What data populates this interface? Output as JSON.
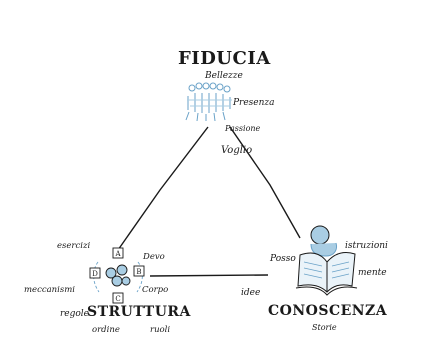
{
  "top": {
    "title": "FIDUCIA",
    "words": [
      "Bellezze",
      "Presenza",
      "Passione"
    ]
  },
  "left": {
    "title": "STRUTTURA",
    "words": [
      "esercizi",
      "Devo",
      "meccanismi",
      "Corpo",
      "regole",
      "ordine",
      "ruoli"
    ],
    "box_letters": [
      "A",
      "B",
      "C",
      "D"
    ]
  },
  "right": {
    "title": "CONOSCENZA",
    "words": [
      "Posso",
      "istruzioni",
      "mente",
      "idee",
      "Storie"
    ]
  },
  "edges": {
    "left_edge_label": "Voglio"
  },
  "colors": {
    "ink": "#1a1a1a",
    "accent_blue": "#6aa2c8",
    "light_blue": "#a9cde3"
  }
}
